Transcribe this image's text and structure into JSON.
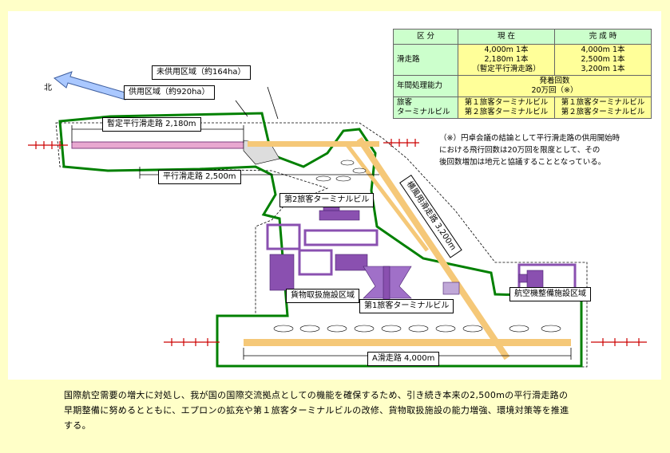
{
  "north": "北",
  "labels": {
    "unused_area": "未供用区域（約164ha）",
    "used_area": "供用区域（約920ha）",
    "temp_runway": "暫定平行滑走路 2,180m",
    "parallel_runway": "平行滑走路 2,500m",
    "terminal2": "第2旅客ターミナルビル",
    "crosswind_runway": "横風用滑走路 3,200m",
    "cargo_area": "貨物取扱施設区域",
    "terminal1": "第1旅客ターミナルビル",
    "maintenance_area": "航空機整備施設区域",
    "runway_a": "A滑走路 4,000m"
  },
  "table": {
    "headers": [
      "区 分",
      "現 在",
      "完 成 時"
    ],
    "rows": [
      {
        "key": "滑走路",
        "now": [
          "4,000m 1本",
          "2,180m 1本",
          "（暫定平行滑走路）"
        ],
        "final": [
          "4,000m 1本",
          "2,500m 1本",
          "3,200m 1本"
        ]
      },
      {
        "key": "年間処理能力",
        "merged": [
          "発着回数",
          "20万回（※）"
        ]
      },
      {
        "key": "旅客ターミナルビル",
        "key_lines": [
          "旅客",
          "ターミナルビル"
        ],
        "now": [
          "第１旅客ターミナルビル",
          "第２旅客ターミナルビル"
        ],
        "final": [
          "第１旅客ターミナルビル",
          "第２旅客ターミナルビル"
        ]
      }
    ]
  },
  "note": [
    "（※）円卓会議の結論として平行滑走路の供用開始時",
    "における飛行回数は20万回を限度として、その",
    "後回数増加は地元と協議することとなっている。"
  ],
  "caption": [
    "国際航空需要の増大に対処し、我が国の国際交流拠点としての機能を確保するため、引き続き本来の2,500mの平行滑走路の",
    "早期整備に努めるとともに、エプロンの拡充や第１旅客ターミナルビルの改修、貨物取扱施設の能力増強、環境対策等を推進",
    "する。"
  ],
  "colors": {
    "background": "#ffffc8",
    "boundary": "#008000",
    "runway": "#f5c878",
    "facility": "#8a50b0",
    "temp_runway": "#e0a0c8",
    "lights": "#cc0000"
  }
}
